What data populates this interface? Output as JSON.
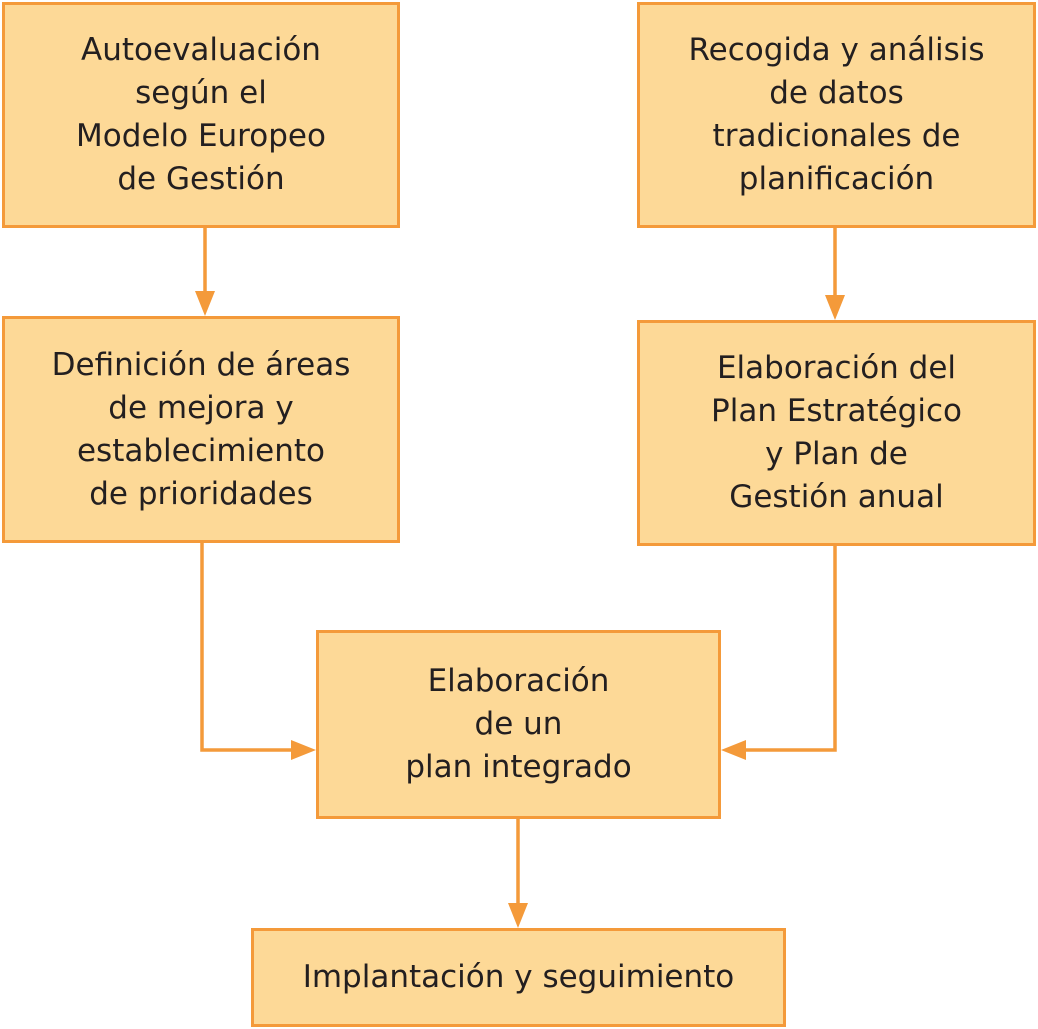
{
  "colors": {
    "fill": "#FDD997",
    "stroke": "#F49A3A",
    "text": "#231f20"
  },
  "nodes": {
    "autoevaluacion": {
      "lines": [
        "Autoevaluación",
        "según el",
        "Modelo Europeo",
        "de Gestión"
      ]
    },
    "recogida": {
      "lines": [
        "Recogida y análisis",
        "de datos",
        "tradicionales de",
        "planificación"
      ]
    },
    "definicion": {
      "lines": [
        "Definición de áreas",
        "de mejora y",
        "establecimiento",
        "de prioridades"
      ]
    },
    "elaboracion_plan": {
      "lines": [
        "Elaboración del",
        "Plan Estratégico",
        "y Plan de",
        "Gestión anual"
      ]
    },
    "plan_integrado": {
      "lines": [
        "Elaboración",
        "de un",
        "plan integrado"
      ]
    },
    "implantacion": {
      "lines": [
        "Implantación y seguimiento"
      ]
    }
  },
  "edges": [
    {
      "from": "autoevaluacion",
      "to": "definicion"
    },
    {
      "from": "recogida",
      "to": "elaboracion_plan"
    },
    {
      "from": "definicion",
      "to": "plan_integrado"
    },
    {
      "from": "elaboracion_plan",
      "to": "plan_integrado"
    },
    {
      "from": "plan_integrado",
      "to": "implantacion"
    }
  ]
}
